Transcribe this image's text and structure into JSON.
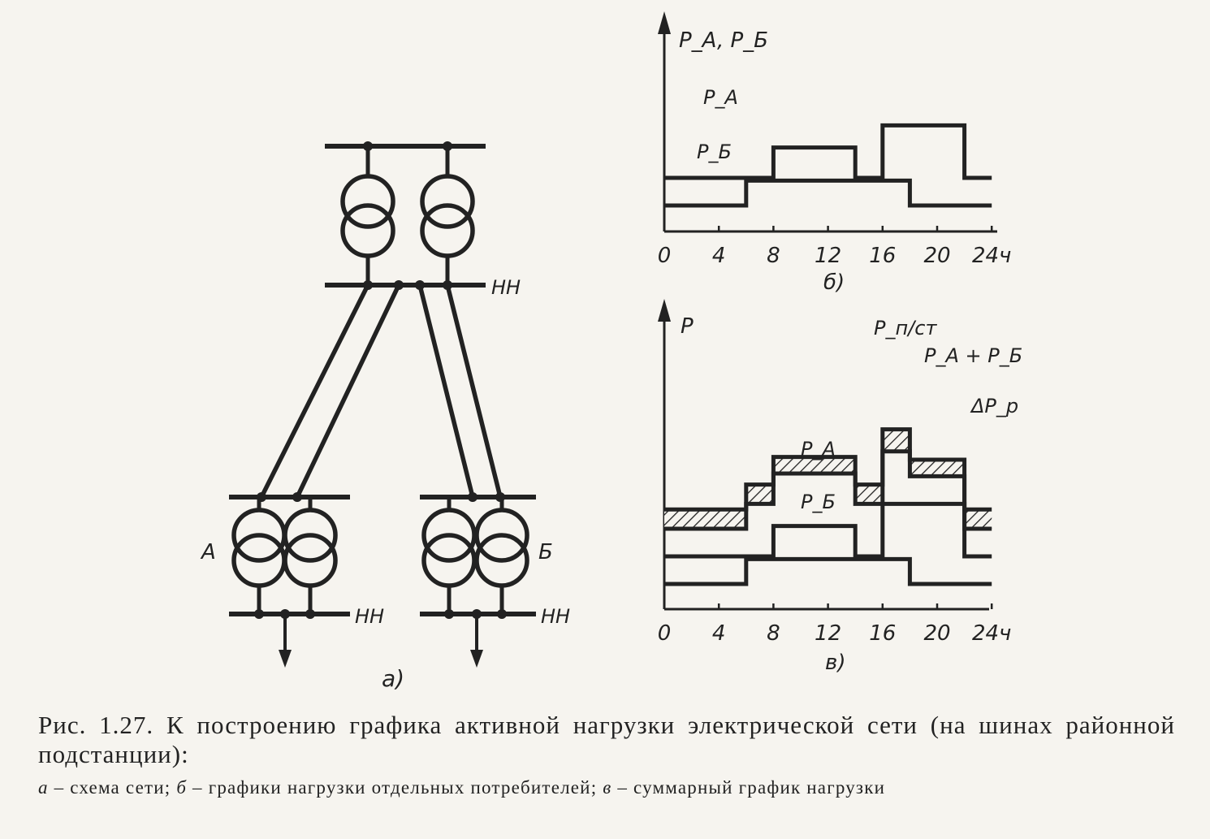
{
  "schematic": {
    "panel_label": "а)",
    "bus_label_hv_lv": "НН",
    "bus_label_a": "НН",
    "bus_label_b": "НН",
    "substation_a": "А",
    "substation_b": "Б"
  },
  "charts": {
    "b": {
      "panel_label": "б)",
      "y_label": "P_A, P_Б",
      "series_a_label": "P_A",
      "series_b_label": "P_Б"
    },
    "v": {
      "panel_label": "в)",
      "y_label": "P",
      "series_a_label": "P_A",
      "series_b_label": "P_Б",
      "sum_label": "P_A + P_Б",
      "loss_label": "ΔP_p",
      "substation_label": "P_п/ст"
    }
  },
  "chart_data": [
    {
      "type": "line",
      "step": true,
      "xlabel": "ч",
      "ylabel": "P_A, P_Б",
      "xlim": [
        0,
        24
      ],
      "xticks": [
        0,
        4,
        8,
        12,
        16,
        20,
        24
      ],
      "x_tick_labels": [
        "0",
        "4",
        "8",
        "12",
        "16",
        "20",
        "24ч"
      ],
      "series": [
        {
          "name": "P_A",
          "x": [
            0,
            8,
            14,
            16,
            22,
            24
          ],
          "y": [
            2.0,
            3.1,
            2.0,
            3.9,
            2.0,
            2.0
          ]
        },
        {
          "name": "P_Б",
          "x": [
            0,
            6,
            18,
            24
          ],
          "y": [
            1.0,
            1.9,
            1.0,
            1.0
          ]
        }
      ]
    },
    {
      "type": "line",
      "step": true,
      "xlabel": "ч",
      "ylabel": "P",
      "xlim": [
        0,
        24
      ],
      "xticks": [
        0,
        4,
        8,
        12,
        16,
        20,
        24
      ],
      "x_tick_labels": [
        "0",
        "4",
        "8",
        "12",
        "16",
        "20",
        "24ч"
      ],
      "series": [
        {
          "name": "P_A",
          "x": [
            0,
            8,
            14,
            16,
            22,
            24
          ],
          "y": [
            2.0,
            3.1,
            2.0,
            3.9,
            2.0,
            2.0
          ]
        },
        {
          "name": "P_Б",
          "x": [
            0,
            6,
            18,
            24
          ],
          "y": [
            1.0,
            1.9,
            1.0,
            1.0
          ]
        },
        {
          "name": "P_A + P_Б",
          "x": [
            0,
            6,
            8,
            14,
            16,
            18,
            22,
            24
          ],
          "y": [
            3.0,
            3.9,
            5.0,
            3.9,
            5.8,
            4.9,
            3.0,
            3.0
          ]
        },
        {
          "name": "P_п/ст",
          "x": [
            0,
            6,
            8,
            14,
            16,
            18,
            22,
            24
          ],
          "y": [
            3.7,
            4.6,
            5.6,
            4.6,
            6.6,
            5.5,
            3.7,
            3.7
          ]
        }
      ],
      "annotations": [
        "ΔP_p"
      ]
    }
  ],
  "caption": {
    "title": "Рис. 1.27. К построению графика активной нагрузки электрической сети (на шинах районной подстанции):",
    "parts": [
      {
        "key": "а",
        "text": " – схема сети; "
      },
      {
        "key": "б",
        "text": " – графики нагрузки отдельных потребителей; "
      },
      {
        "key": "в",
        "text": " – суммарный график нагрузки"
      }
    ]
  }
}
